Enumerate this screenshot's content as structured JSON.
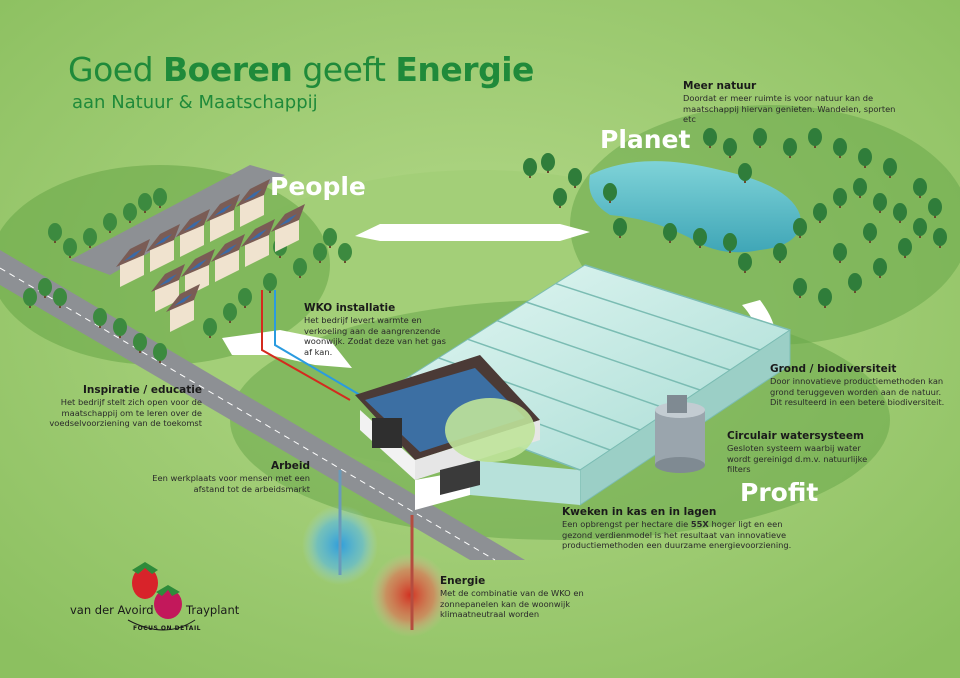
{
  "title": {
    "part1": "Goed ",
    "bold1": "Boeren",
    "part2": " geeft ",
    "bold2": "Energie",
    "subtitle": "aan Natuur & Maatschappij"
  },
  "pillars": {
    "people": "People",
    "planet": "Planet",
    "profit": "Profit"
  },
  "labels": {
    "meer_natuur": {
      "title": "Meer natuur",
      "desc": "Doordat er meer ruimte is voor natuur kan de maatschappij hiervan genieten. Wandelen, sporten etc"
    },
    "wko": {
      "title": "WKO installatie",
      "desc": "Het bedrijf levert warmte en verkoeling aan de aangrenzende woonwijk. Zodat deze van het gas af kan."
    },
    "inspiratie": {
      "title": "Inspiratie / educatie",
      "desc": "Het bedrijf stelt zich open voor de maatschappij om te leren over de voedselvoorziening van de toekomst"
    },
    "arbeid": {
      "title": "Arbeid",
      "desc": "Een werkplaats voor mensen met een afstand tot de arbeidsmarkt"
    },
    "grond": {
      "title": "Grond / biodiversiteit",
      "desc": "Door innovatieve productiemethoden kan grond teruggeven worden aan de natuur. Dit resulteerd in een betere biodiversiteit."
    },
    "circulair": {
      "title": "Circulair watersysteem",
      "desc": "Gesloten systeem waarbij water wordt gereinigd d.m.v. natuurlijke filters"
    },
    "kweken": {
      "title": "Kweken in kas en in lagen",
      "desc_pre": "Een opbrengst per hectare die ",
      "desc_bold": "55X",
      "desc_post": " hoger ligt en een gezond verdienmodel is het resultaat van innovatieve productiemethoden een duurzame energievoorziening."
    },
    "energie": {
      "title": "Energie",
      "desc": "Met de combinatie van de WKO en zonnepanelen kan de woonwijk klimaatneutraal worden"
    }
  },
  "logo": {
    "left": "van der Avoird",
    "right": "Trayplant",
    "tagline": "FOCUS ON DETAIL"
  },
  "colors": {
    "brand_green": "#1f8a3a",
    "grass": "#8cc060",
    "road": "#8d9094",
    "glass": "#c9ece6",
    "water": "#5dc0c8",
    "hot": "#e0392b",
    "cold": "#2a9be0"
  }
}
